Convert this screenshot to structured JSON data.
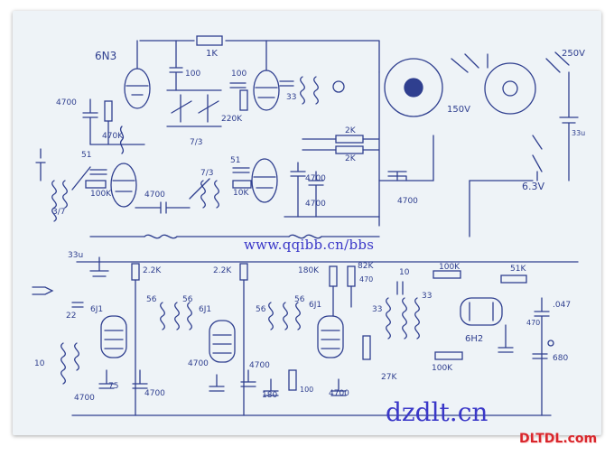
{
  "watermarks": {
    "top_url": "www.qqibb.cn/bbs",
    "bottom_url": "dzdlt.cn",
    "logo": "DLTDL.com"
  },
  "labels": {
    "tube_6n3": "6N3",
    "r_1k": "1K",
    "c_100_a": "100",
    "c_100_b": "100",
    "c_4700_left": "4700",
    "r_470k": "470K",
    "c_51_a": "51",
    "r_100k_a": "100K",
    "coil_3_7": "3/7",
    "c_4700_mid": "4700",
    "cap_7_3_a": "7/3",
    "cap_7_3_b": "7/3",
    "r_220k": "220K",
    "c_33": "33",
    "c_51_b": "51",
    "r_10k": "10K",
    "c_4700_right_a": "4700",
    "c_4700_right_b": "4700",
    "r_2k_a": "2K",
    "r_2k_b": "2K",
    "c_4700_psu": "4700",
    "v_150": "150V",
    "v_250": "250V",
    "v_6_3": "6.3V",
    "c_33u_psu": "33u",
    "c_33u_left": "33u",
    "r_22k_a": "2.2K",
    "r_22k_b": "2.2K",
    "r_180k": "180K",
    "r_82k": "82K",
    "c_470": "470",
    "c_10_a": "10",
    "r_100k_b": "100K",
    "r_51k": "51K",
    "c_047": ".047",
    "c_22": "22",
    "tube_6j1_a": "6J1",
    "c_56_a": "56",
    "c_56_b": "56",
    "tube_6j1_b": "6J1",
    "c_56_c": "56",
    "c_56_d": "56",
    "tube_6j1_c": "6J1",
    "c_33_b": "33",
    "c_33_c": "33",
    "tube_6h2": "6H2",
    "c_10_b": "10",
    "c_4700_b1": "4700",
    "r_75": "75",
    "c_4700_b2": "4700",
    "c_4700_b3": "4700",
    "c_4700_b4": "4700",
    "c_180": "180",
    "r_100_b": "100",
    "c_4700_b5": "4700",
    "r_27k": "27K",
    "r_100k_c": "100K",
    "c_470_b": "470",
    "c_680": "680"
  },
  "colors": {
    "ink": "#2f3f8f",
    "paper": "#eef3f7",
    "watermark_blue": "#3a37c8",
    "logo_red": "#d8262c"
  }
}
